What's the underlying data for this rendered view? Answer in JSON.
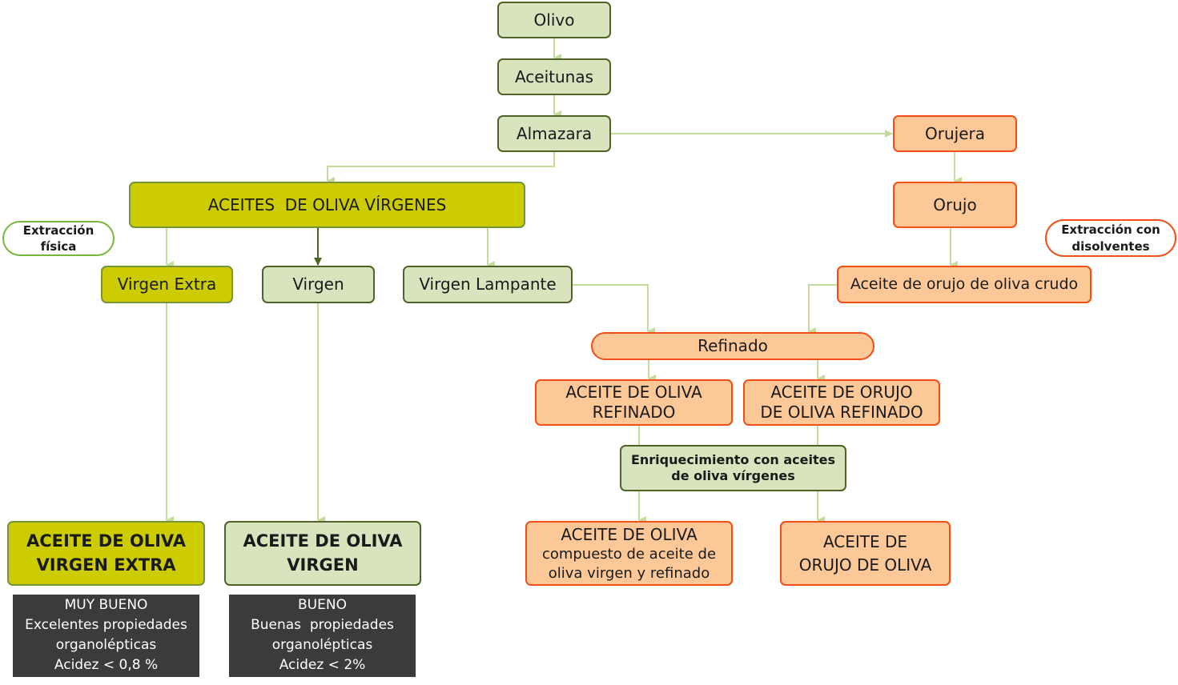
{
  "nodes": {
    "olivo": "Olivo",
    "aceitunas": "Aceitunas",
    "almazara": "Almazara",
    "orujera": "Orujera",
    "orujo": "Orujo",
    "aceites_virgenes": "ACEITES  DE OLIVA VÍRGENES",
    "extraccion_fisica": [
      "Extracción",
      "física"
    ],
    "extraccion_disolventes": [
      "Extracción con",
      "disolventes"
    ],
    "virgen_extra": "Virgen Extra",
    "virgen": "Virgen",
    "virgen_lampante": "Virgen Lampante",
    "orujo_crudo": "Aceite de orujo de oliva crudo",
    "refinado": "Refinado",
    "aceite_oliva_refinado": [
      "ACEITE DE OLIVA",
      "REFINADO"
    ],
    "aceite_orujo_refinado": [
      "ACEITE DE ORUJO",
      "DE OLIVA REFINADO"
    ],
    "enriquecimiento": [
      "Enriquecimiento con aceites",
      "de oliva vírgenes"
    ],
    "aceite_oliva_compuesto": [
      "ACEITE DE OLIVA",
      "compuesto de aceite de",
      "oliva virgen y refinado"
    ],
    "aceite_orujo_oliva": [
      "ACEITE DE",
      "ORUJO DE OLIVA"
    ],
    "aove": [
      "ACEITE DE OLIVA",
      "VIRGEN EXTRA"
    ],
    "aov": [
      "ACEITE DE OLIVA",
      "VIRGEN"
    ]
  },
  "quality": {
    "extra": [
      "MUY BUENO",
      "Excelentes propiedades",
      "organolépticas",
      "Acidez < 0,8 %"
    ],
    "virgen": [
      "BUENO",
      "Buenas  propiedades",
      "organolépticas",
      "Acidez < 2%"
    ]
  },
  "colors": {
    "green_fill": "#d7e4bd",
    "green_border": "#4f6228",
    "yellow_fill": "#cccc00",
    "orange_fill": "#fdc897",
    "orange_border": "#f24e18",
    "connector": "#c3dc9c",
    "dark": "#3b3b3b"
  }
}
